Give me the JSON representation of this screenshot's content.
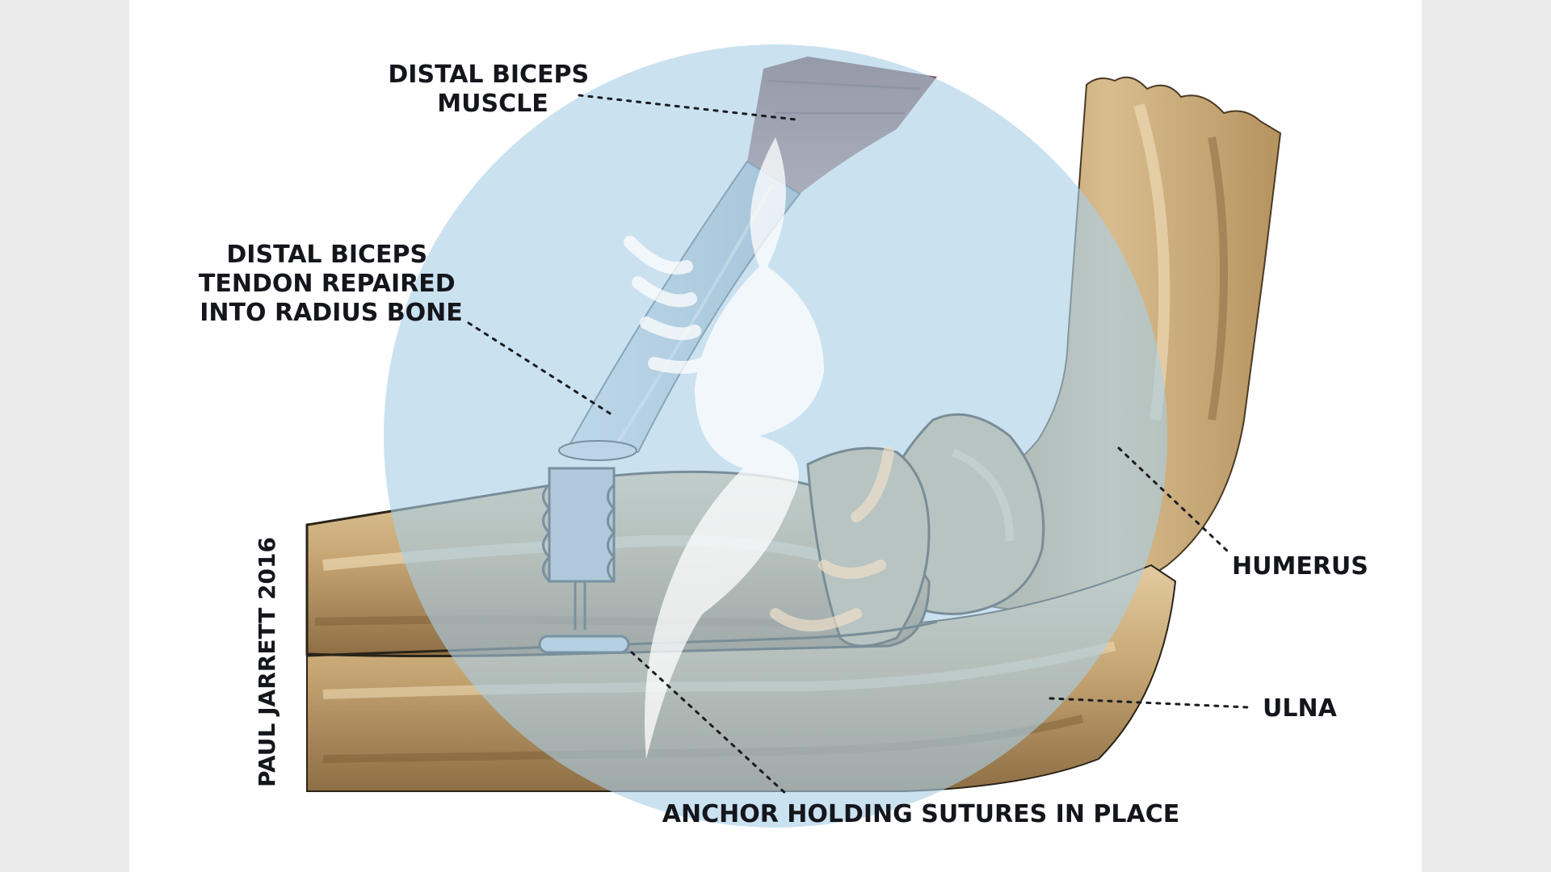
{
  "labels": {
    "muscle": [
      "DISTAL BICEPS",
      "MUSCLE"
    ],
    "tendon": [
      "DISTAL BICEPS",
      "TENDON REPAIRED",
      "INTO RADIUS BONE"
    ],
    "humerus": "HUMERUS",
    "ulna": "ULNA",
    "anchor": "ANCHOR HOLDING SUTURES IN PLACE",
    "credit": "PAUL JARRETT 2016"
  },
  "colors": {
    "background": "#ebebeb",
    "panel": "#ffffff",
    "watermark_circle": "#a9cfe6",
    "bone": "#c9ab7c",
    "bone_dark": "#8f7148",
    "muscle": "#8a5a56",
    "tendon": "#9fb4c4",
    "text": "#14161c"
  },
  "watermark": {
    "icon": "feather-circle-logo"
  }
}
